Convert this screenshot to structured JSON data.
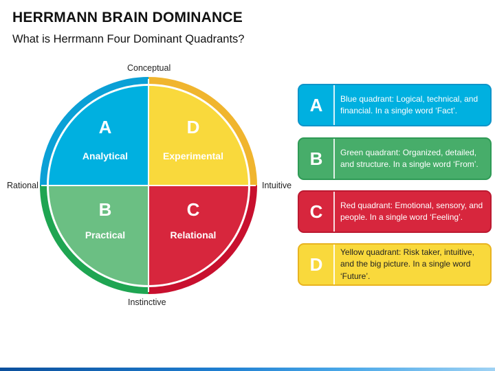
{
  "title": "HERRMANN BRAIN DOMINANCE",
  "subtitle": "What is Herrmann Four Dominant Quadrants?",
  "axes": {
    "top": "Conceptual",
    "bottom": "Instinctive",
    "left": "Rational",
    "right": "Intuitive"
  },
  "quadrants": [
    {
      "letter": "A",
      "word": "Analytical",
      "color": "#00b0e0",
      "ring": "#0aa0d6"
    },
    {
      "letter": "D",
      "word": "Experimental",
      "color": "#f9d93c",
      "ring": "#f0b52e"
    },
    {
      "letter": "B",
      "word": "Practical",
      "color": "#6bbf83",
      "ring": "#1fa552"
    },
    {
      "letter": "C",
      "word": "Relational",
      "color": "#d7263d",
      "ring": "#c8102e"
    }
  ],
  "cards": [
    {
      "letter": "A",
      "text": "Blue quadrant: Logical, technical, and financial. In a single word ‘Fact’.",
      "color": "#00b0e0",
      "border": "#0f94c9"
    },
    {
      "letter": "B",
      "text": "Green quadrant: Organized, detailed, and structure. In a single word ‘From’.",
      "color": "#47ad6a",
      "border": "#2e9a55"
    },
    {
      "letter": "C",
      "text": "Red quadrant: Emotional, sensory, and people. In a single word ‘Feeling’.",
      "color": "#d7263d",
      "border": "#bb1930"
    },
    {
      "letter": "D",
      "text": "Yellow quadrant: Risk taker, intuitive, and the big picture. In a single word ‘Future’.",
      "color": "#f9d93c",
      "border": "#e8b320"
    }
  ]
}
